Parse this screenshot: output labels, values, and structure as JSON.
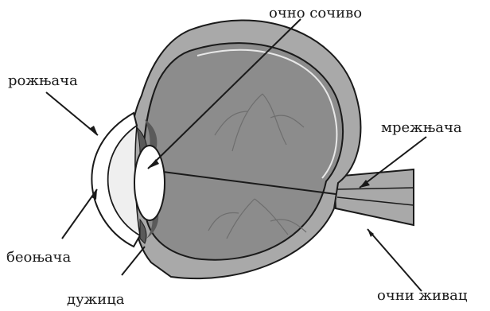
{
  "diagram": {
    "labels": {
      "lens": "очно сочиво",
      "cornea": "рожњача",
      "retina": "мрежњача",
      "sclera": "беоњача",
      "iris": "дужица",
      "optic_nerve": "очни живац"
    },
    "colors": {
      "globe_fill": "#8c8c8c",
      "outer_wall": "#a9a9a9",
      "line": "#1a1a1a",
      "cornea_fill": "#ffffff",
      "anterior_chamber": "#efefef",
      "iris_fill": "#5a5a5a",
      "vessel": "#6e6e6e",
      "background": "#ffffff"
    }
  }
}
